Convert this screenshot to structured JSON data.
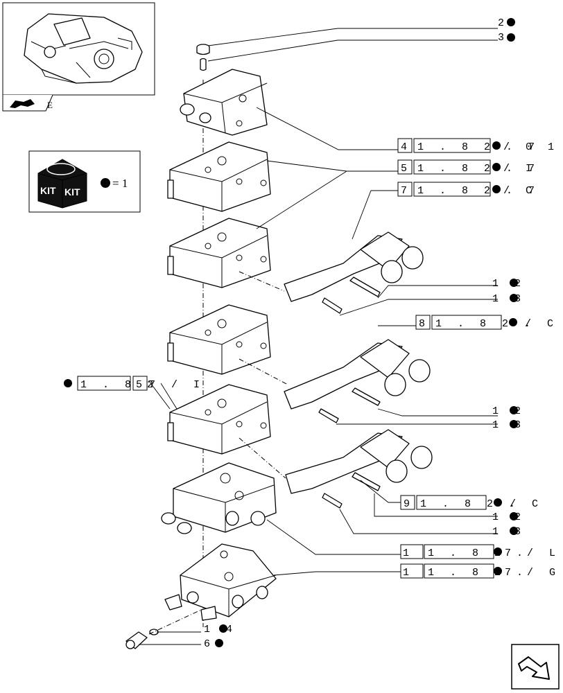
{
  "kit_legend": {
    "kit_text_1": "KIT",
    "kit_text_2": "KIT",
    "equals_text": "= 1"
  },
  "thumbnail": {
    "corner_letter": "E"
  },
  "callouts": [
    {
      "id": "c2",
      "num": "2"
    },
    {
      "id": "c3",
      "num": "3"
    },
    {
      "id": "c12a",
      "num": "1 2"
    },
    {
      "id": "c13a",
      "num": "1 3"
    },
    {
      "id": "c12b",
      "num": "1 2"
    },
    {
      "id": "c13b",
      "num": "1 3"
    },
    {
      "id": "c12c",
      "num": "1 2"
    },
    {
      "id": "c13c",
      "num": "1 3"
    },
    {
      "id": "c14",
      "num": "1 4"
    },
    {
      "id": "c6",
      "num": "6"
    }
  ],
  "references": [
    {
      "id": "r4",
      "box": "4",
      "ref": "1 . 8 2 . 7",
      "suffix": "/ 0 1 D"
    },
    {
      "id": "r5",
      "box": "5",
      "ref": "1 . 8 2 . 7",
      "suffix": "/ I"
    },
    {
      "id": "r7",
      "box": "7",
      "ref": "1 . 8 2 . 7",
      "suffix": "/ C"
    },
    {
      "id": "r8",
      "box": "8",
      "ref": "1 . 8 2 .",
      "suffix": "/ C"
    },
    {
      "id": "r9",
      "box": "9",
      "ref": "1 . 8 2 .",
      "suffix": "/ C"
    },
    {
      "id": "r10",
      "box": "1 0",
      "ref": "1 . 8 2 .",
      "suffix": "7 / L"
    },
    {
      "id": "r11",
      "box": "1 1",
      "ref": "1 . 8 2 .",
      "suffix": "7 / G"
    }
  ],
  "left_reference": {
    "ref": "1 . 8 2",
    "box": "5",
    "suffix": "7 / I"
  },
  "colors": {
    "ink": "#000000",
    "paper": "#ffffff",
    "block_fill": "#333333"
  }
}
